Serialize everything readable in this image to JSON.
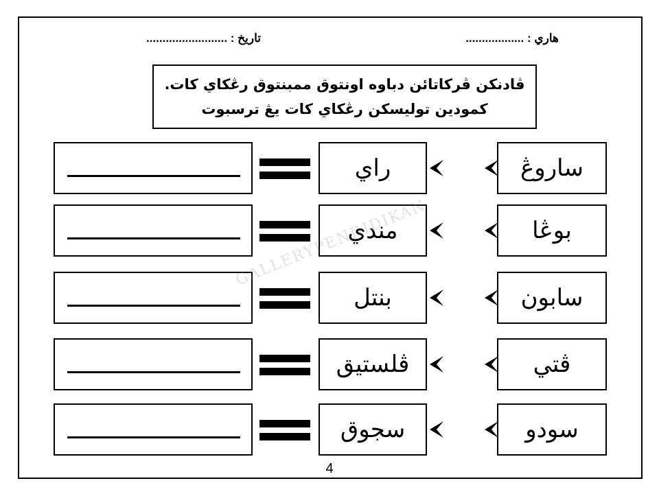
{
  "header": {
    "day_label": "هاري : ..................",
    "date_label": "تاريخ : ........................."
  },
  "instructions": {
    "line1": "ڤادنكن ڤركاتائن دباوه اونتوق ممبنتوق رڠكاي كات.",
    "line2": "كمودين توليسكن رڠكاي كات يڠ ترسبوت"
  },
  "rows": [
    {
      "word": "ساروڠ",
      "pair": "راي"
    },
    {
      "word": "بوڠا",
      "pair": "مندي"
    },
    {
      "word": "سابون",
      "pair": "بنتل"
    },
    {
      "word": "ڤتي",
      "pair": "ڤلستيق"
    },
    {
      "word": "سودو",
      "pair": "سجوق"
    }
  ],
  "watermark": "GALLERYPENDIDIKAN",
  "page_number": "4"
}
